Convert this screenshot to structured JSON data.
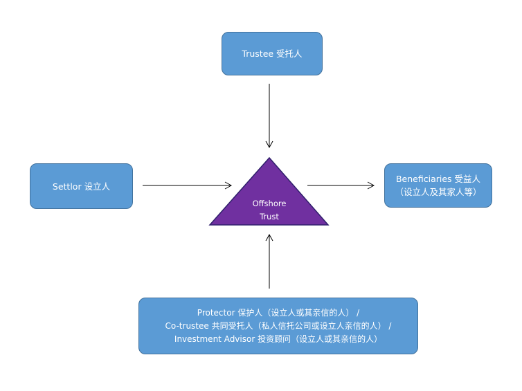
{
  "trustee": {
    "label": "Trustee 受托人"
  },
  "settlor": {
    "label": "Settlor 设立人"
  },
  "beneficiaries": {
    "line1": "Beneficiaries 受益人",
    "line2": "（设立人及其家人等）"
  },
  "trust": {
    "line1": "Offshore",
    "line2": "Trust"
  },
  "parties": {
    "line1": "Protector 保护人（设立人或其亲信的人） /",
    "line2": "Co-trustee 共同受托人（私人信托公司或设立人亲信的人） /",
    "line3": "Investment Advisor 投资顾问（设立人或其亲信的人）"
  },
  "colors": {
    "box_fill": "#5b9bd5",
    "box_border": "#41719c",
    "triangle_fill": "#7030a0",
    "triangle_border": "#2f1f6b",
    "arrow": "#000000"
  }
}
